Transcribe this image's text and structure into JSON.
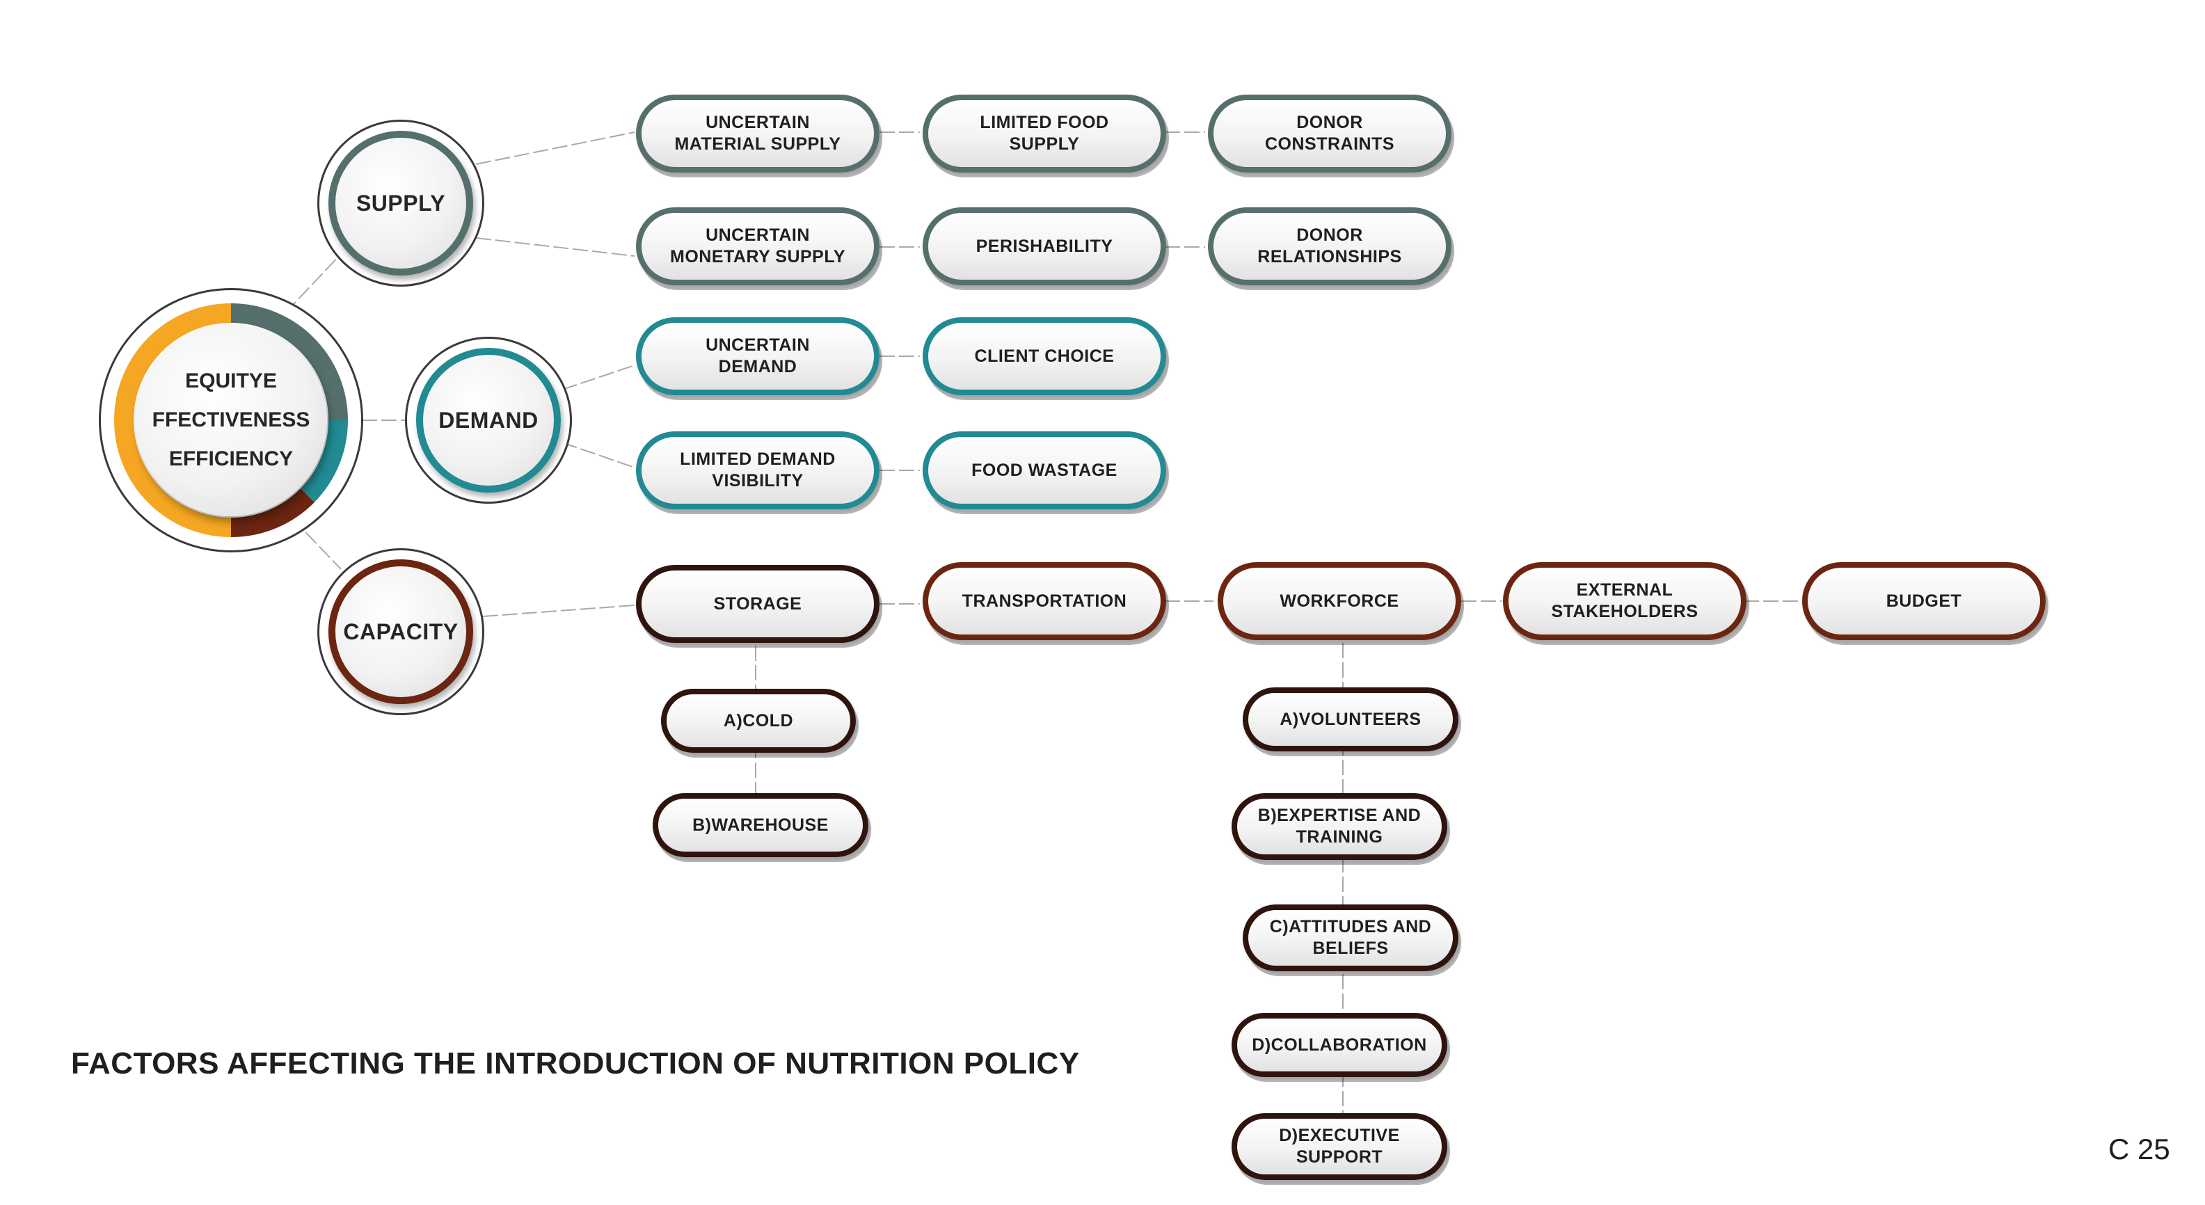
{
  "hub": {
    "lines": [
      "EQUITYE",
      "FFECTIVENESS",
      "EFFICIENCY"
    ],
    "ring_colors": [
      "#55706c",
      "#218a92",
      "#6b2510",
      "#f5a623"
    ]
  },
  "categories": {
    "supply": "SUPPLY",
    "demand": "DEMAND",
    "capacity": "CAPACITY"
  },
  "supply_factors": {
    "row1": [
      "UNCERTAIN\nMATERIAL SUPPLY",
      "LIMITED FOOD\nSUPPLY",
      "DONOR\nCONSTRAINTS"
    ],
    "row2": [
      "UNCERTAIN\nMONETARY SUPPLY",
      "PERISHABILITY",
      "DONOR\nRELATIONSHIPS"
    ]
  },
  "demand_factors": {
    "row1": [
      "UNCERTAIN\nDEMAND",
      "CLIENT CHOICE"
    ],
    "row2": [
      "LIMITED DEMAND\nVISIBILITY",
      "FOOD WASTAGE"
    ]
  },
  "capacity_factors": [
    "STORAGE",
    "TRANSPORTATION",
    "WORKFORCE",
    "EXTERNAL\nSTAKEHOLDERS",
    "BUDGET"
  ],
  "storage_types": [
    "A)COLD",
    "B)WAREHOUSE"
  ],
  "workforce_aspects": [
    "A)VOLUNTEERS",
    "B)EXPERTISE AND\nTRAINING",
    "C)ATTITUDES AND\nBELIEFS",
    "D)COLLABORATION",
    "D)EXECUTIVE\nSUPPORT"
  ],
  "title": "FACTORS AFFECTING THE INTRODUCTION OF NUTRITION POLICY",
  "page_number": "C 25",
  "colors": {
    "supply": "#55706c",
    "demand": "#218a92",
    "capacity": "#6b2510",
    "dark": "#2e140c",
    "hub_accent": "#f5a623"
  }
}
